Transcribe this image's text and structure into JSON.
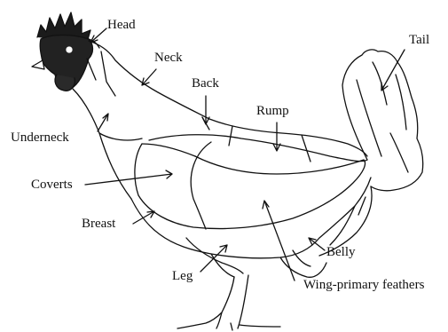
{
  "labels": {
    "head": "Head",
    "neck": "Neck",
    "back": "Back",
    "tail": "Tail",
    "rump": "Rump",
    "underneck": "Underneck",
    "coverts": "Coverts",
    "breast": "Breast",
    "belly": "Belly",
    "leg": "Leg",
    "wing_primary": "Wing-primary feathers"
  },
  "colors": {
    "ink": "#111111",
    "background": "#ffffff"
  }
}
